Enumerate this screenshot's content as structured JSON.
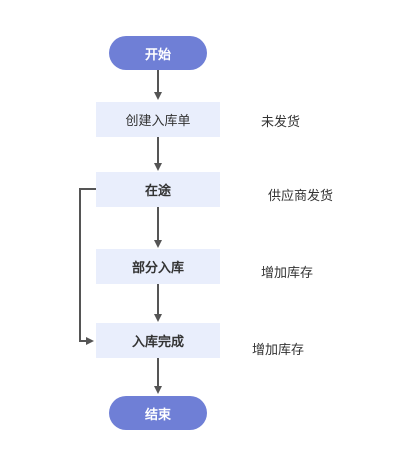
{
  "nodes": {
    "start": "开始",
    "create": "创建入库单",
    "transit": "在途",
    "partial": "部分入库",
    "complete": "入库完成",
    "end": "结束"
  },
  "notes": {
    "not_shipped": "未发货",
    "supplier_shipped": "供应商发货",
    "stock_increase_1": "增加库存",
    "stock_increase_2": "增加库存"
  },
  "colors": {
    "terminal_fill": "#6f7fd6",
    "process_fill": "#e9eefc",
    "arrow": "#555555"
  }
}
